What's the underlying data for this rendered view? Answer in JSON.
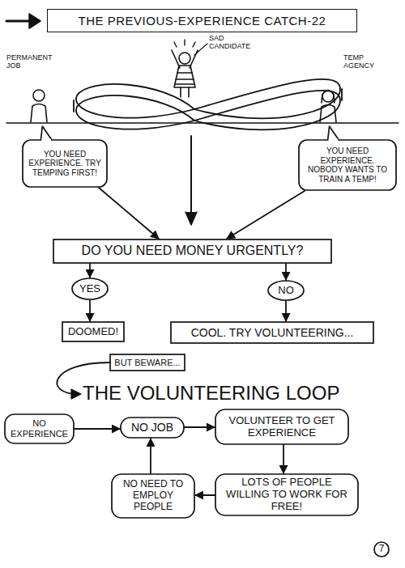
{
  "diagram": {
    "title": "THE PREVIOUS-EXPERIENCE CATCH-22",
    "nodes": [
      {
        "text": [
          "YOU NEED EXPERIENCE. TRY TEMPING FIRST!"
        ]
      },
      {
        "text": [
          "YOU NEED EXPERIENCE. NOBODY WANTS TO TRAIN A TEMP!"
        ]
      },
      {
        "text": [
          "DO YOU NEED MONEY URGENTLY?"
        ]
      },
      {
        "text": [
          "YES"
        ]
      },
      {
        "text": [
          "NO"
        ]
      },
      {
        "text": [
          "DOOMED!"
        ]
      },
      {
        "text": [
          "COOL. TRY VOLUNTEERING..."
        ]
      },
      {
        "text": [
          "BUT BEWARE..."
        ]
      },
      {
        "text": [
          "NO EXPERIENCE"
        ]
      },
      {
        "text": [
          "NO JOB"
        ]
      },
      {
        "text": [
          "VOLUNTEER TO GET EXPERIENCE"
        ]
      },
      {
        "text": [
          "NO NEED TO EMPLOY PEOPLE"
        ]
      },
      {
        "text": [
          "LOTS OF PEOPLE WILLING TO WORK FOR FREE!"
        ]
      },
      {
        "text": [
          "7"
        ]
      }
    ],
    "edges": [
      {
        "from": 0,
        "to": 2,
        "arrow": "to"
      },
      {
        "from": 1,
        "to": 2,
        "arrow": "to"
      },
      {
        "from": 2,
        "to": 3,
        "arrow": "to"
      },
      {
        "from": 2,
        "to": 4,
        "arrow": "to"
      },
      {
        "from": 3,
        "to": 5,
        "arrow": "to"
      },
      {
        "from": 4,
        "to": 6,
        "arrow": "to"
      },
      {
        "from": 8,
        "to": 9,
        "arrow": "to"
      },
      {
        "from": 9,
        "to": 10,
        "arrow": "to"
      },
      {
        "from": 10,
        "to": 12,
        "arrow": "to"
      },
      {
        "from": 12,
        "to": 11,
        "arrow": "to"
      },
      {
        "from": 11,
        "to": 9,
        "arrow": "to"
      }
    ],
    "labels": [
      "PERMANENT JOB",
      "SAD CANDIDATE",
      "TEMP AGENCY",
      "THE VOLUNTEERING LOOP"
    ]
  }
}
